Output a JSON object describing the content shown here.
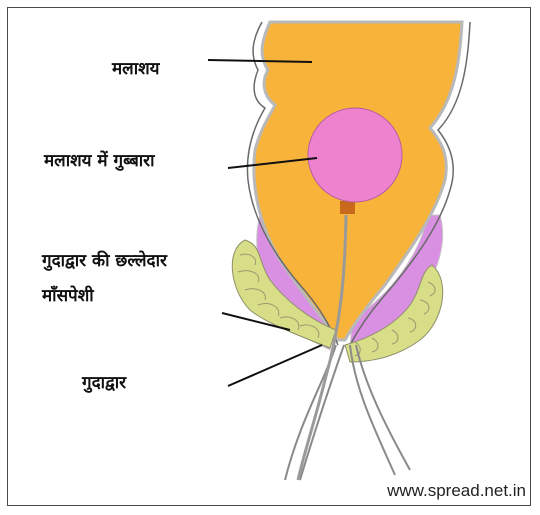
{
  "labels": {
    "rectum": "मलाशय",
    "balloon": "मलाशय में गुब्बारा",
    "sphincter_line1": "गुदाद्वार की छल्लेदार",
    "sphincter_line2": "माँसपेशी",
    "anus": "गुदाद्वार"
  },
  "watermark": "www.spread.net.in",
  "colors": {
    "rectum_fill": "#f8b33a",
    "balloon_fill": "#ee82cf",
    "muscle_fill": "#d7de87",
    "inner_muscle_fill": "#d98fe2",
    "connector": "#c8691c"
  }
}
